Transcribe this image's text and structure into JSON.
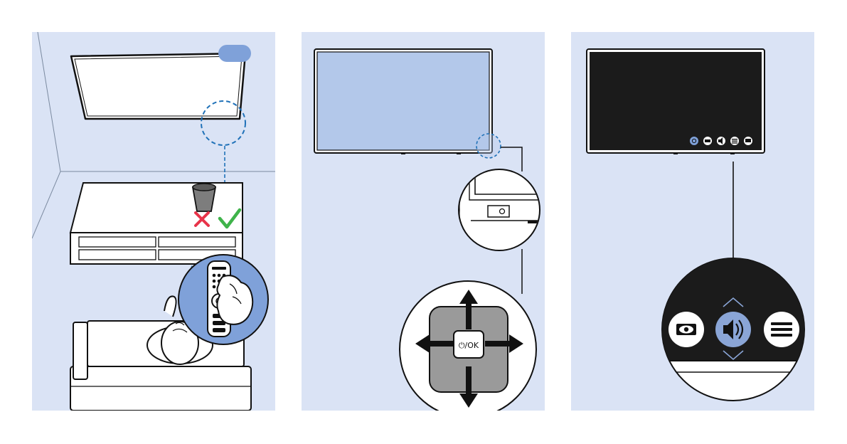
{
  "panels": [
    {
      "id": "remote-positioning"
    },
    {
      "id": "tv-joystick-location"
    },
    {
      "id": "tv-menu-controls"
    }
  ],
  "joystick": {
    "center_label": "⏻/OK"
  },
  "colors": {
    "panel_bg": "#dae3f5",
    "accent_blue": "#7fa1d9",
    "screen_light": "#b3c8ea",
    "screen_dark": "#1b1b1b",
    "cross_red": "#e8344a",
    "check_green": "#3fb34a",
    "dashed_line": "#1f71b8"
  },
  "icons": [
    "tv-icon",
    "remote-icon",
    "hand-icon",
    "cup-icon",
    "cross-icon",
    "check-icon",
    "power-icon",
    "source-icon",
    "volume-icon",
    "menu-icon",
    "input-icon",
    "arrow-up-icon",
    "arrow-down-icon",
    "arrow-left-icon",
    "arrow-right-icon",
    "eye-icon",
    "chevron-up-icon",
    "chevron-down-icon"
  ]
}
